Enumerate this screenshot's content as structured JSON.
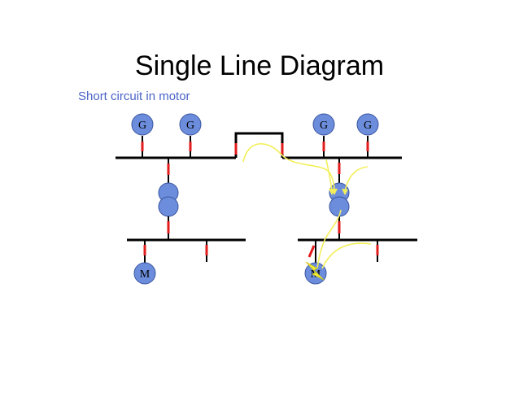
{
  "title": "Single Line Diagram",
  "subtitle": "Short circuit in motor",
  "generator_label": "G",
  "motor_label": "M",
  "colors": {
    "line": "#000000",
    "breaker": "#e21b1b",
    "machine_fill": "#6c8ddc",
    "machine_stroke": "#3b56a0",
    "fault_current": "#f3ef5a",
    "subtitle": "#4a63c6"
  },
  "icons": {
    "fault": "lightning-bolt-icon"
  }
}
